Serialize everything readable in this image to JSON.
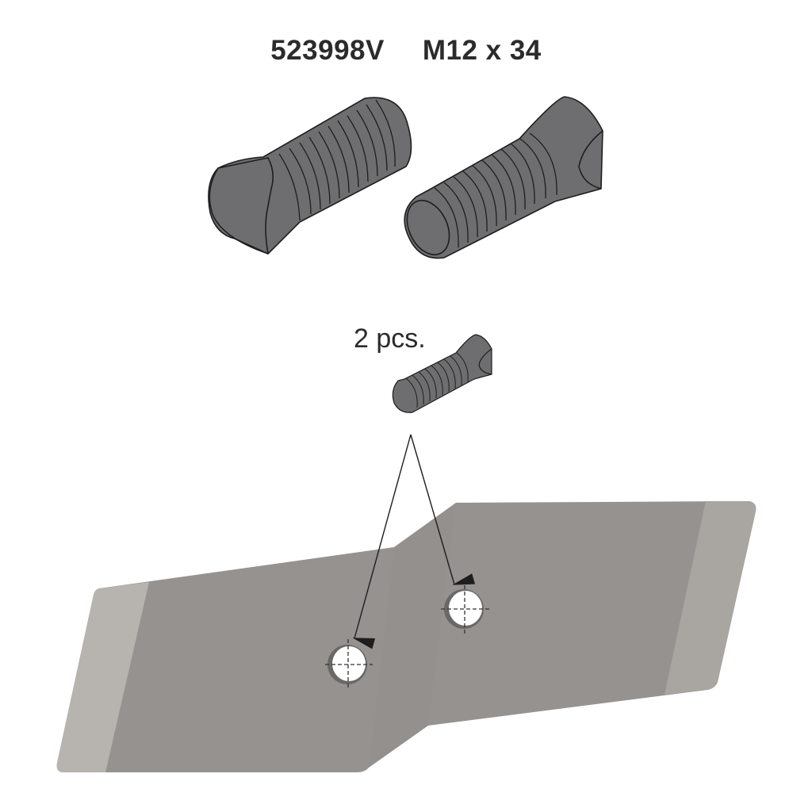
{
  "header": {
    "part_number": "523998V",
    "bolt_size": "M12 x 34"
  },
  "callout": {
    "quantity": "2 pcs."
  },
  "colors": {
    "bolt_fill": "#6e6d70",
    "bolt_stroke": "#1e1e1e",
    "blade_fill": "#959290",
    "blade_edge": "#b7b4b0",
    "hole_fill": "#ffffff",
    "text": "#2b2b2b"
  },
  "diagram": {
    "components": [
      "bolt-view-head-left",
      "bolt-view-head-right",
      "bolt-small",
      "blade",
      "mounting-hole-left",
      "mounting-hole-right"
    ]
  }
}
